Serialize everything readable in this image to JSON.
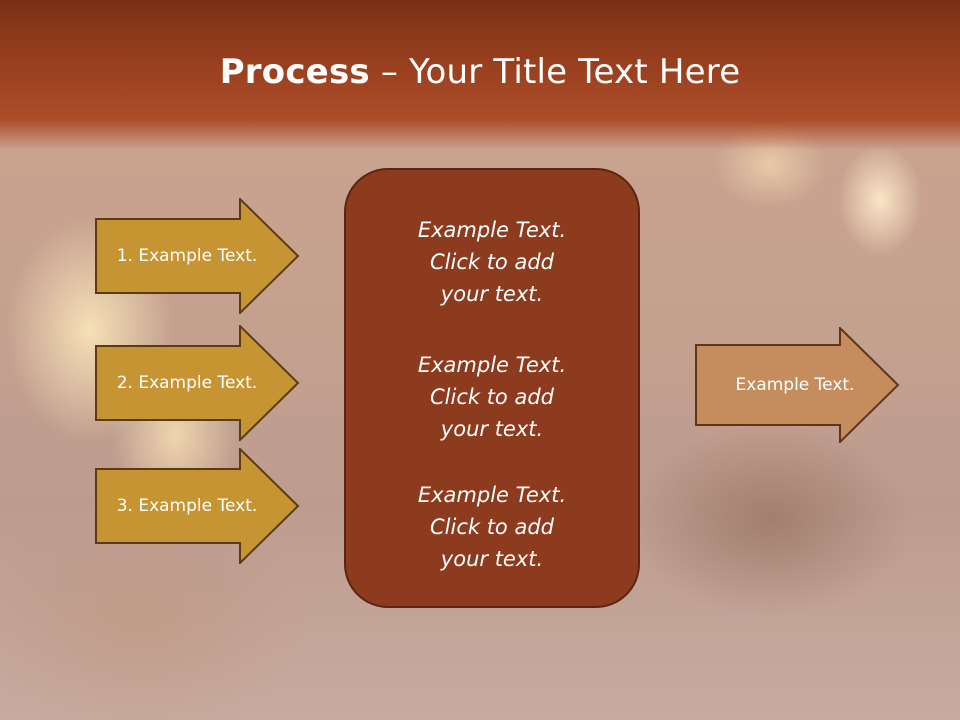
{
  "slide": {
    "title_bold": "Process",
    "title_rest": " – Your Title Text Here"
  },
  "inputs": [
    {
      "label": "1. Example Text."
    },
    {
      "label": "2. Example Text."
    },
    {
      "label": "3. Example Text."
    }
  ],
  "center": {
    "blocks": [
      {
        "line1": "Example Text.",
        "line2": "Click  to add",
        "line3": "your text."
      },
      {
        "line1": "Example Text.",
        "line2": "Click  to add",
        "line3": "your text."
      },
      {
        "line1": "Example Text.",
        "line2": "Click  to add",
        "line3": "your text."
      }
    ]
  },
  "output": {
    "label": "Example Text."
  },
  "colors": {
    "input_arrow": "#c69433",
    "output_arrow": "#c58c5e",
    "center_box": "#8d3b1f",
    "title_bar": "#9a401f"
  }
}
